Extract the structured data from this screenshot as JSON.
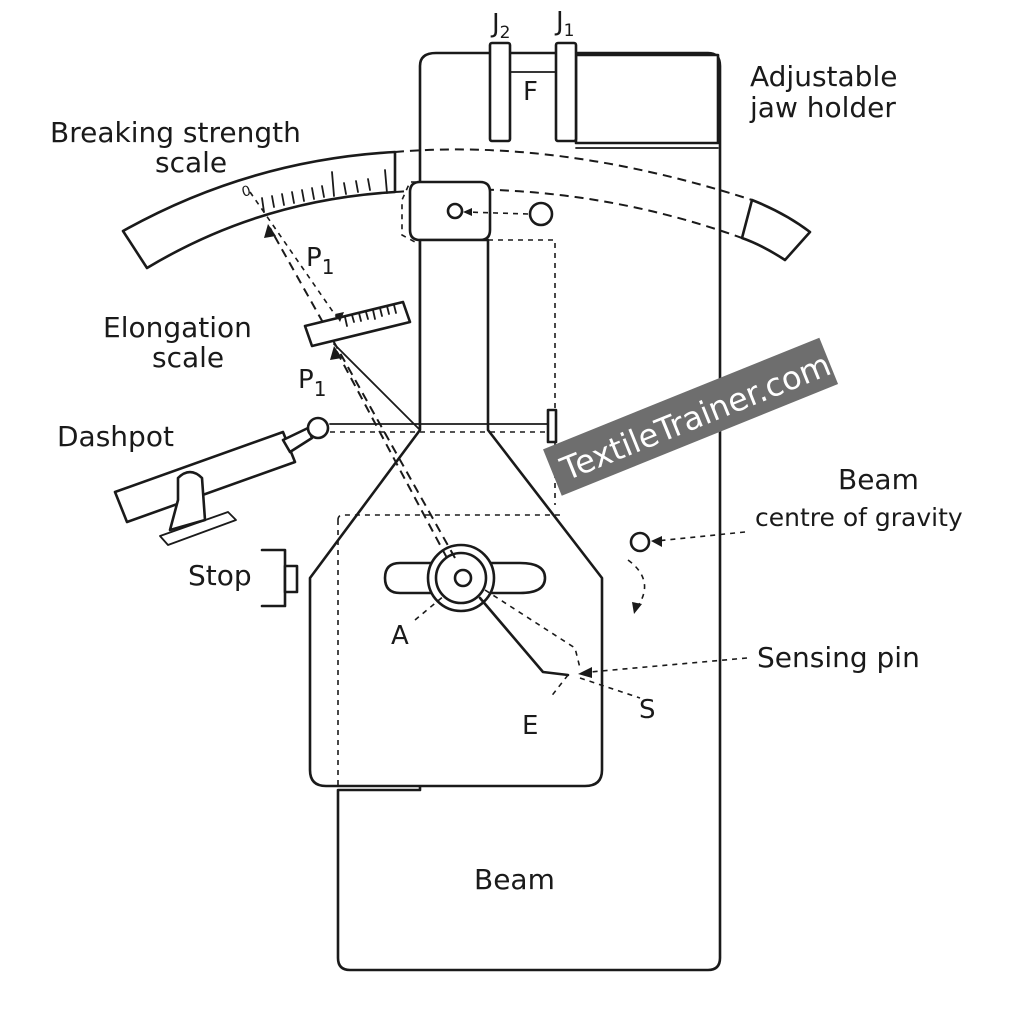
{
  "labels": {
    "jaw_j2": "J",
    "jaw_j2_sub": "2",
    "jaw_j1": "J",
    "jaw_j1_sub": "1",
    "f": "F",
    "adjustable_line1": "Adjustable",
    "adjustable_line2": "jaw holder",
    "breaking_line1": "Breaking strength",
    "breaking_line2": "scale",
    "p1_upper": "P",
    "p1_upper_sub": "1",
    "elongation_line1": "Elongation",
    "elongation_line2": "scale",
    "p1_lower": "P",
    "p1_lower_sub": "1",
    "dashpot": "Dashpot",
    "stop": "Stop",
    "a": "A",
    "e": "E",
    "s": "S",
    "sensing_pin": "Sensing pin",
    "beam_cog_line1": "Beam",
    "beam_cog_line2": "centre of gravity",
    "beam": "Beam",
    "scale_zero": "0"
  },
  "watermark": "TextileTrainer.com"
}
